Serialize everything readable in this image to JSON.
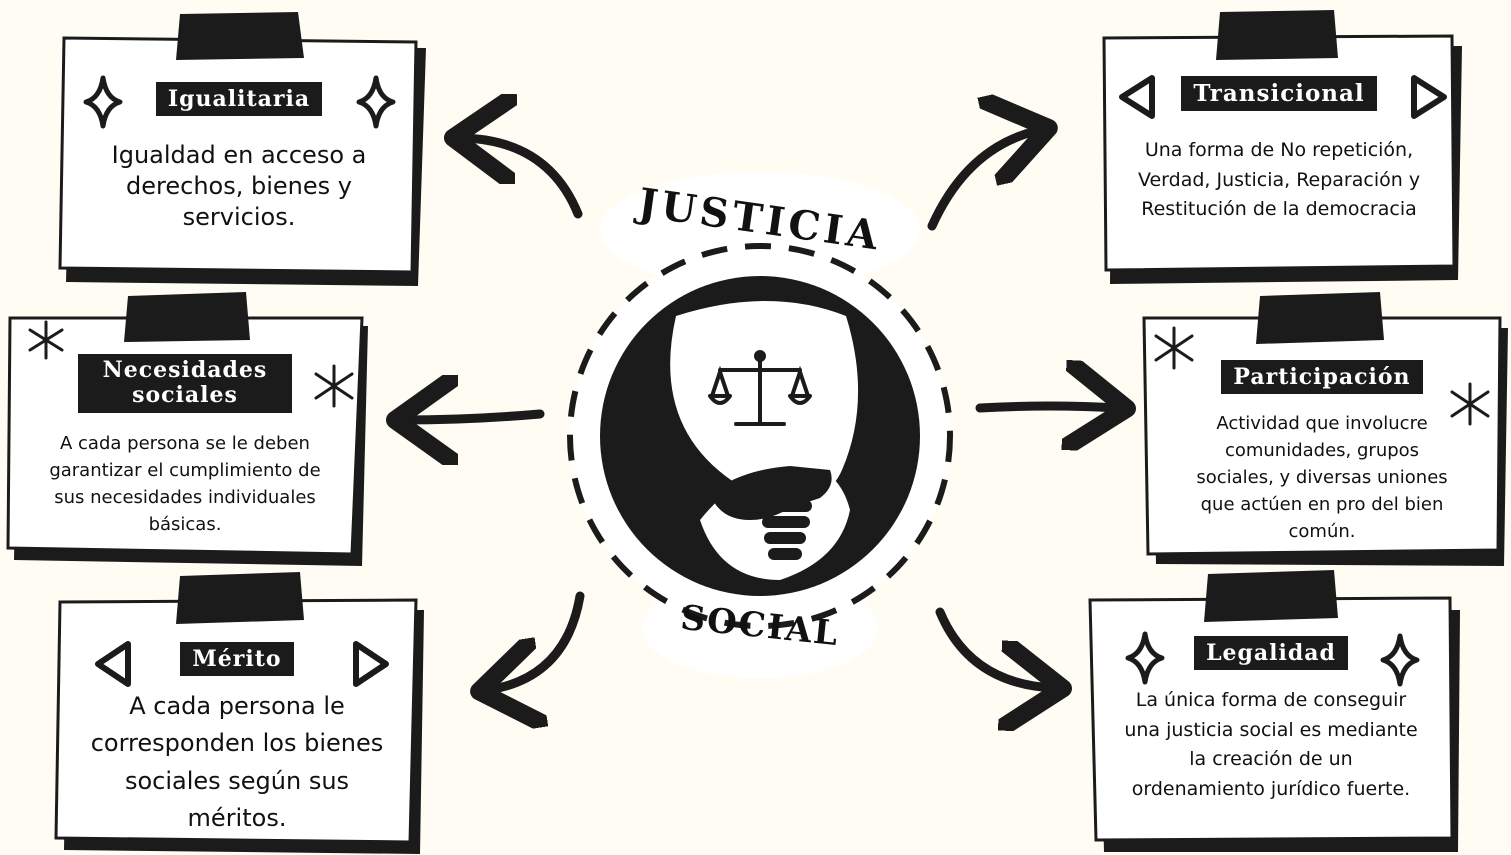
{
  "center": {
    "title_top": "JUSTICIA",
    "title_bottom": "SOCIAL",
    "emblem_icon": "handshake-scales-icon"
  },
  "cards": {
    "igualitaria": {
      "title": "Igualitaria",
      "text": "Igualdad en acceso a derechos, bienes y servicios.",
      "decor_icon": "sparkle-icon"
    },
    "necesidades": {
      "title": "Necesidades sociales",
      "text": "A cada persona se le deben garantizar el cumplimiento de sus necesidades individuales básicas.",
      "decor_icon": "asterisk-icon"
    },
    "merito": {
      "title": "Mérito",
      "text": "A cada persona le corresponden los bienes sociales según sus méritos.",
      "decor_icon": "triangle-icon"
    },
    "transicional": {
      "title": "Transicional",
      "text": "Una forma de No repetición, Verdad, Justicia, Reparación y Restitución de la democracia",
      "decor_icon": "triangle-icon"
    },
    "participacion": {
      "title": "Participación",
      "text": "Actividad que involucre comunidades, grupos sociales, y diversas uniones que actúen en pro del bien común.",
      "decor_icon": "asterisk-icon"
    },
    "legalidad": {
      "title": "Legalidad",
      "text": "La única forma de conseguir una justicia social es mediante la creación de un ordenamiento jurídico fuerte.",
      "decor_icon": "sparkle-icon"
    }
  },
  "colors": {
    "background": "#fffdf3",
    "ink": "#1b1b1b",
    "paper": "#ffffff"
  }
}
